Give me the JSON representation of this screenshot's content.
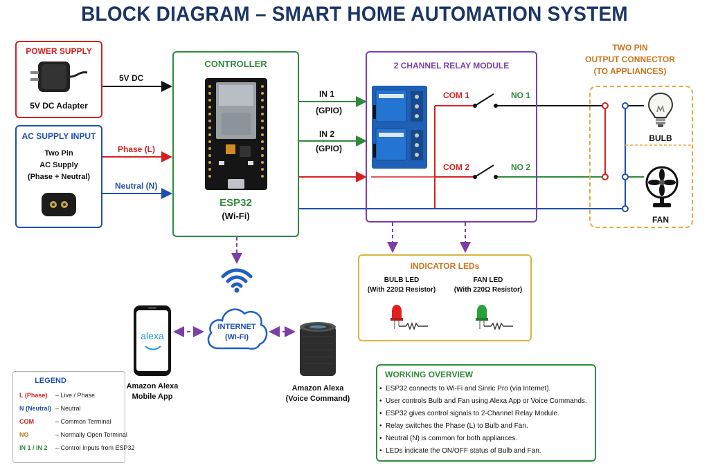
{
  "title": "BLOCK DIAGRAM – SMART HOME AUTOMATION SYSTEM",
  "power_supply": {
    "heading": "POWER SUPPLY",
    "caption": "5V DC Adapter",
    "output_label": "5V DC",
    "icon": "dc-adapter-icon"
  },
  "ac_supply": {
    "heading": "AC SUPPLY INPUT",
    "line1": "Two Pin",
    "line2": "AC Supply",
    "line3": "(Phase + Neutral)",
    "phase_label": "Phase (L)",
    "neutral_label": "Neutral (N)",
    "icon": "two-pin-socket-icon"
  },
  "controller": {
    "heading": "CONTROLLER",
    "board_name": "ESP32",
    "board_sub": "(Wi-Fi)",
    "icon": "esp32-board-icon",
    "in1_label": "IN 1",
    "in1_sub": "(GPIO)",
    "in2_label": "IN 2",
    "in2_sub": "(GPIO)"
  },
  "relay_module": {
    "heading": "2 CHANNEL RELAY MODULE",
    "com1": "COM 1",
    "no1": "NO 1",
    "com2": "COM 2",
    "no2": "NO 2",
    "icon": "relay-module-icon"
  },
  "output_connector": {
    "heading_line1": "TWO PIN",
    "heading_line2": "OUTPUT CONNECTOR",
    "heading_line3": "(TO APPLIANCES)",
    "bulb_label": "BULB",
    "fan_label": "FAN",
    "bulb_icon": "light-bulb-icon",
    "fan_icon": "fan-icon"
  },
  "indicator_leds": {
    "heading": "INDICATOR LEDs",
    "bulb_led_line1": "BULB LED",
    "bulb_led_line2": "(With 220Ω Resistor)",
    "fan_led_line1": "FAN LED",
    "fan_led_line2": "(With 220Ω Resistor)",
    "red_led_icon": "red-led-icon",
    "green_led_icon": "green-led-icon"
  },
  "internet": {
    "line1": "INTERNET",
    "line2": "(Wi-Fi)",
    "wifi_icon": "wifi-icon",
    "cloud_icon": "cloud-icon"
  },
  "alexa_app": {
    "screen_text": "alexa",
    "line1": "Amazon Alexa",
    "line2": "Mobile App",
    "icon": "smartphone-icon"
  },
  "alexa_speaker": {
    "line1": "Amazon Alexa",
    "line2": "(Voice Command)",
    "icon": "smart-speaker-icon"
  },
  "legend": {
    "heading": "LEGEND",
    "rows": [
      {
        "key": "L (Phase)",
        "desc": "– Live / Phase",
        "color": "#d62020"
      },
      {
        "key": "N (Neutral)",
        "desc": "– Neutral",
        "color": "#1f4fae"
      },
      {
        "key": "COM",
        "desc": "– Common Terminal",
        "color": "#d62020"
      },
      {
        "key": "NO",
        "desc": "– Normally Open Terminal",
        "color": "#c9741a"
      },
      {
        "key": "IN 1 / IN 2",
        "desc": "– Control Inputs from ESP32",
        "color": "#2f8a3a"
      }
    ]
  },
  "working_overview": {
    "heading": "WORKING OVERVIEW",
    "items": [
      "ESP32 connects to Wi-Fi and Sinric Pro (via Internet).",
      "User controls Bulb and Fan using Alexa App or Voice Commands.",
      "ESP32 gives control signals to 2-Channel Relay Module.",
      "Relay switches the Phase (L) to Bulb and Fan.",
      "Neutral (N) is common for both appliances.",
      "LEDs indicate the ON/OFF status of Bulb and Fan."
    ]
  },
  "colors": {
    "title": "#1a3566",
    "phase": "#d62020",
    "neutral": "#1f4fae",
    "control": "#2f8a3a",
    "relay_border": "#7b3fa6",
    "output_border": "#e8a83a",
    "led_border": "#d9b640",
    "power_border": "#d62020",
    "ac_border": "#1f4fae",
    "controller_border": "#2f8a3a"
  }
}
